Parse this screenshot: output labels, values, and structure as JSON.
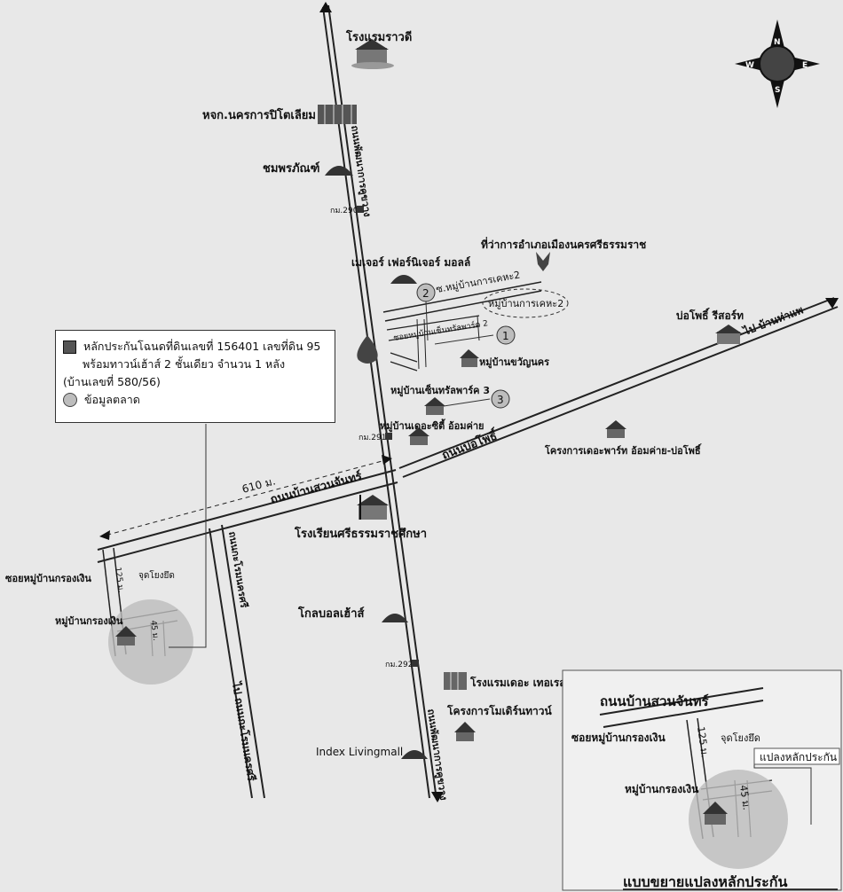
{
  "compass": {
    "n": "N",
    "s": "S",
    "e": "E",
    "w": "W"
  },
  "legend": {
    "line1": "หลักประกันโฉนดที่ดินเลขที่ 156401 เลขที่ดิน 95",
    "line2": "พร้อมทาวน์เฮ้าส์ 2 ชั้นเดียว จำนวน 1 หลัง",
    "line3": "(บ้านเลขที่ 580/56)",
    "market": "ข้อมูลตลาด"
  },
  "places": {
    "hotel_rawadee": "โรงแรมราวดี",
    "nakorn_petroleum": "หจก.นครการปิโตเลียม",
    "chompon": "ชมพรภัณฑ์",
    "major_furniture": "เมเจอร์ เฟอร์นิเจอร์ มอลล์",
    "district_office": "ที่ว่าการอำเภอเมืองนครศรีธรรมราช",
    "kehae_soi": "ซ.หมู่บ้านการเคหะ2",
    "kehae_village": "หมู่บ้านการเคหะ2",
    "central_park_soi": "ซอยหมู่บ้านเซ็นทรัลพาร์ค 2",
    "kwanyanakorn": "หมู่บ้านขวัญนคร",
    "bophor_resort": "บ่อโพธิ์ รีสอร์ท",
    "central_park3": "หมู่บ้านเซ็นทรัลพาร์ค 3",
    "the_city": "หมู่บ้านเดอะซิตี้ อ้อมค่าย",
    "the_park_project": "โครงการเดอะพาร์ท อ้อมค่าย-บ่อโพธิ์",
    "school": "โรงเรียนศรีธรรมราชศึกษา",
    "globalhouse": "โกลบอลเฮ้าส์",
    "hotel_terrace": "โรงแรมเดอะ เทอเรส",
    "modern_town": "โครงการโมเดิร์นทาวน์",
    "index": "Index Livingmall",
    "krongngern_soi": "ซอยหมู่บ้านกรองเงิน",
    "krongngern_village": "หมู่บ้านกรองเงิน",
    "anchor": "จุดโยงยึด"
  },
  "roads": {
    "main_north": "ถนนพัฒนาการคูขวาง",
    "main_south": "ถนนพัฒนาการคูขวาง",
    "bophor": "ถนนบ่อโพธิ์",
    "suanchan": "ถนนบ้านสวนจันทร์",
    "side": "ถนนกะโรมนครศรี",
    "to_bophor": "ไป บ้านท่าแพ",
    "to_road": "ไป ถนนกะโรมนครศรี"
  },
  "markers": {
    "km290": "กม.290",
    "km291": "กม.291",
    "km292": "กม.292",
    "m1": "1",
    "m2": "2",
    "m3": "3",
    "dist610": "610 ม.",
    "dist125": "125 ม.",
    "dist45": "45 ม."
  },
  "inset": {
    "road": "ถนนบ้านสวนจันทร์",
    "soi": "ซอยหมู่บ้านกรองเงิน",
    "anchor": "จุดโยงยึด",
    "plot": "แปลงหลักประกัน",
    "village": "หมู่บ้านกรองเงิน",
    "d125": "125 ม.",
    "d45": "45 ม.",
    "title": "แบบขยายแปลงหลักประกัน"
  }
}
